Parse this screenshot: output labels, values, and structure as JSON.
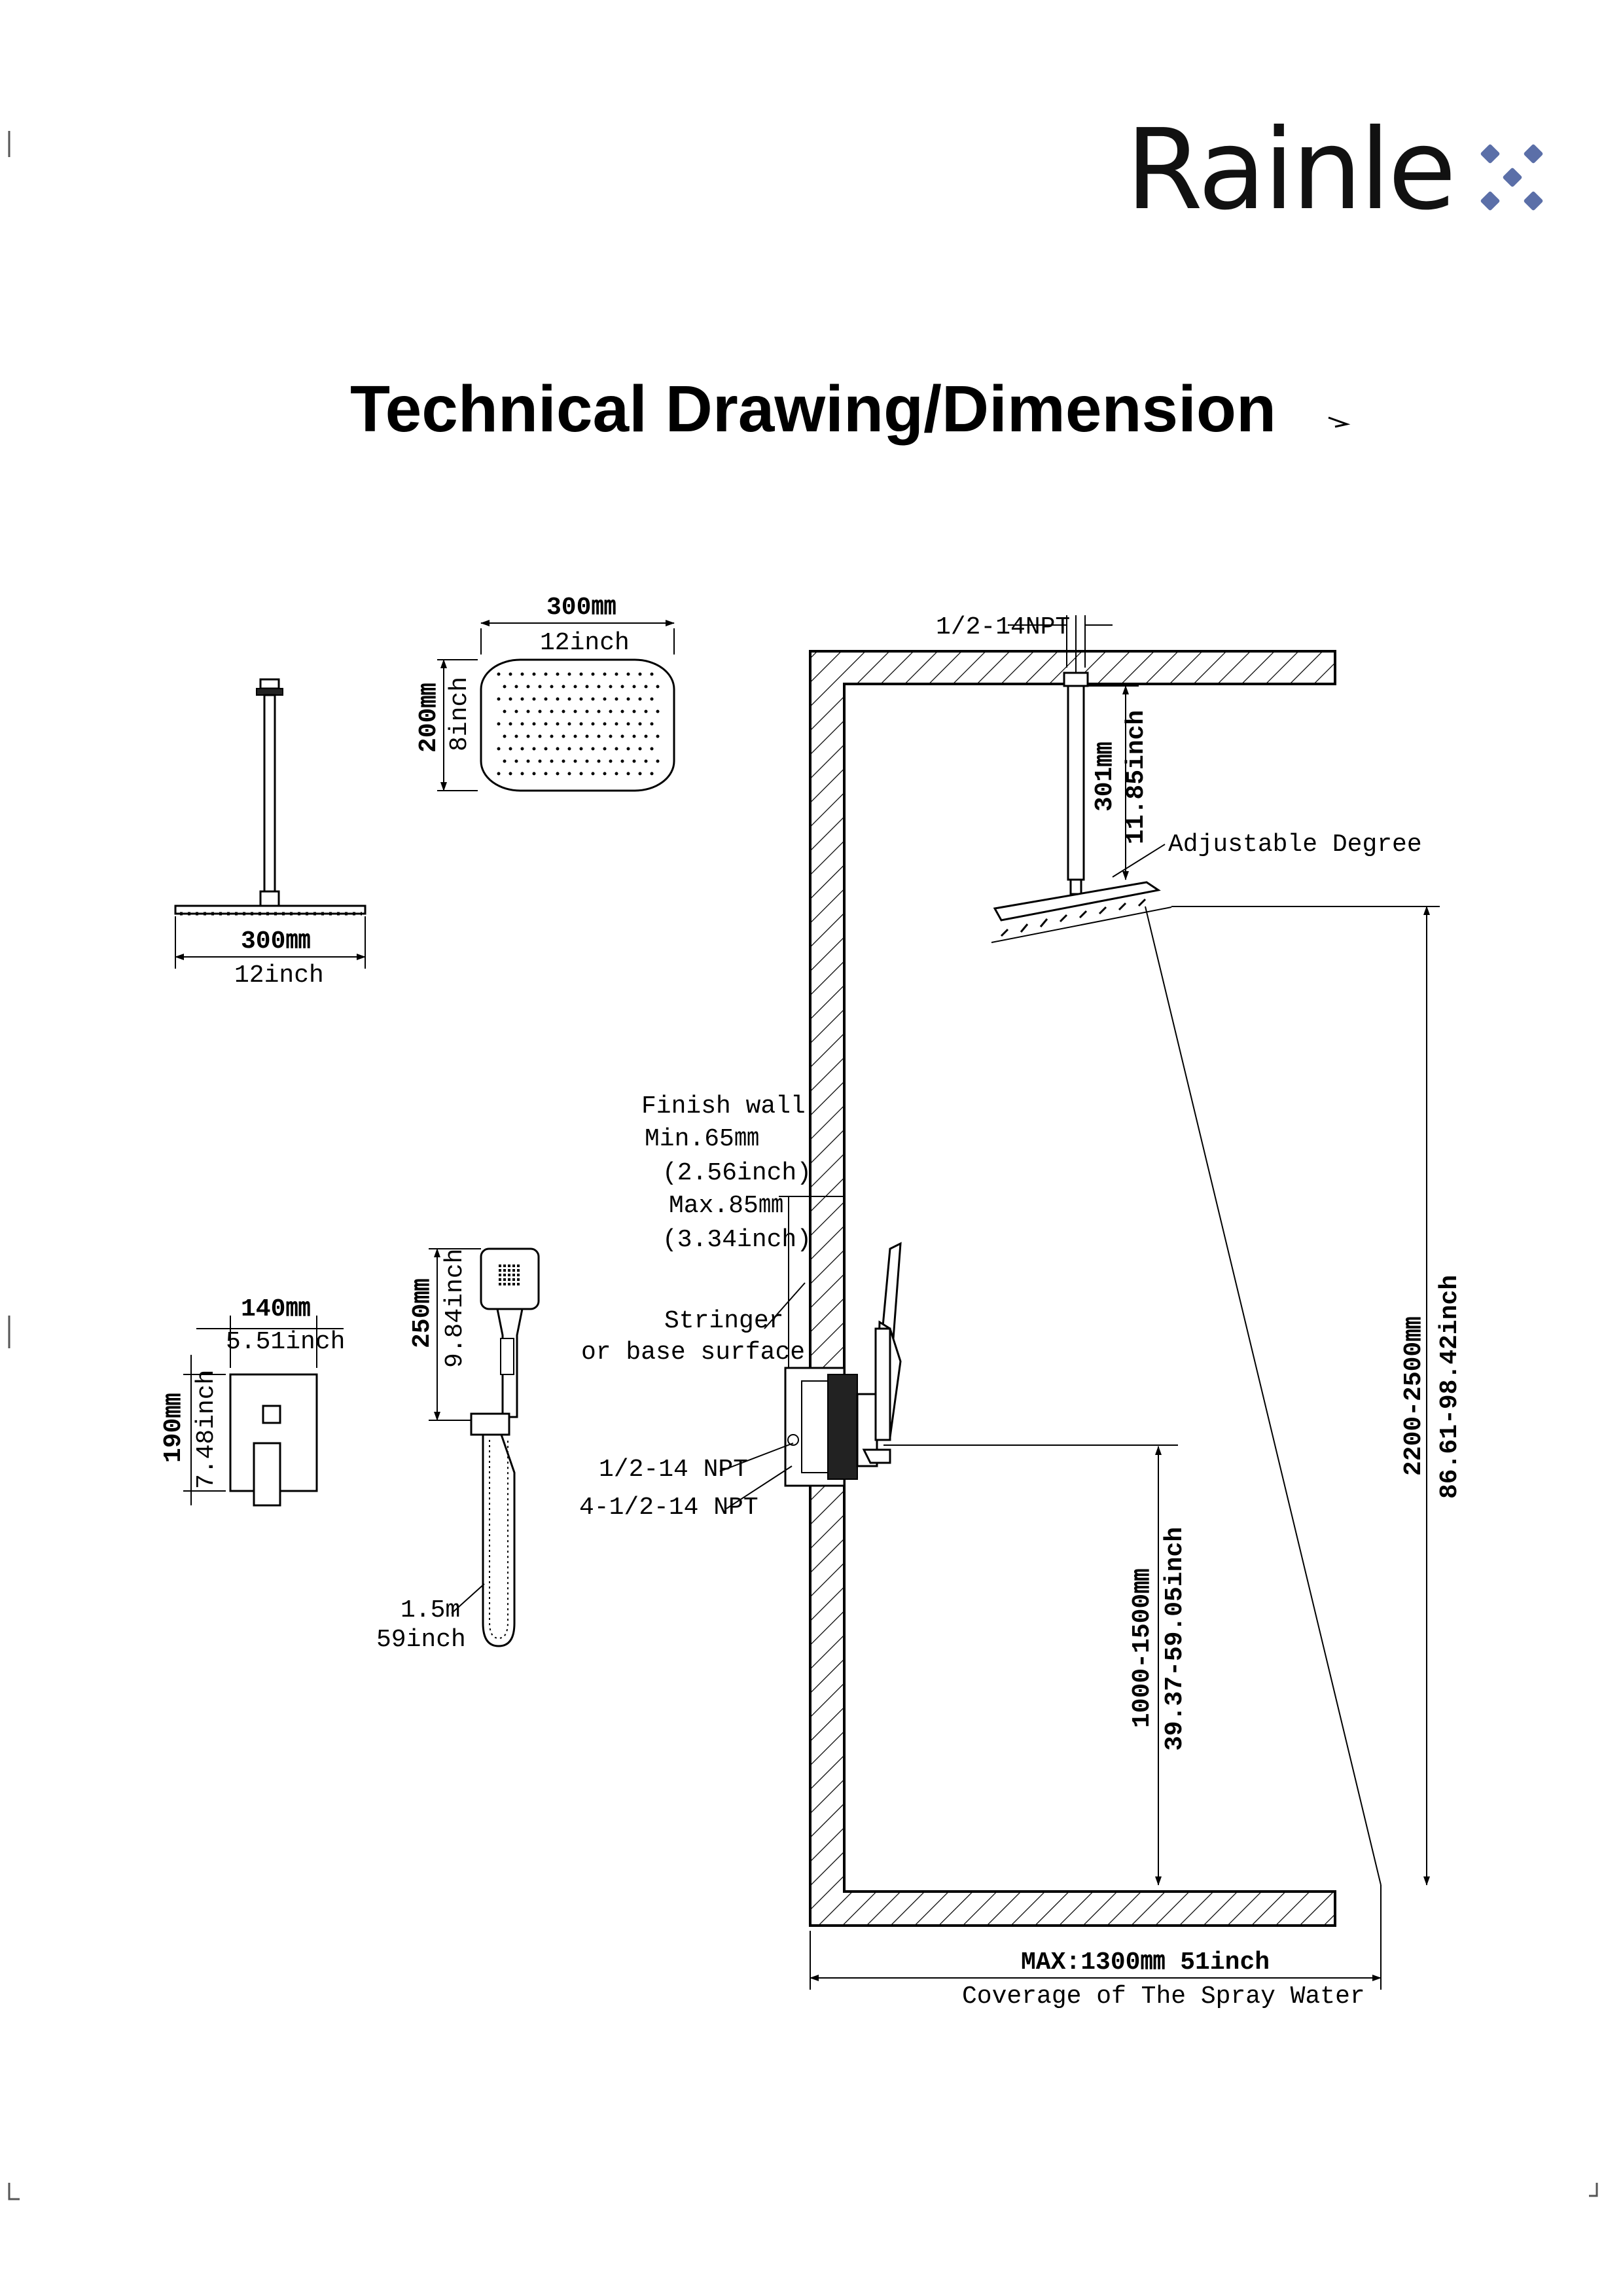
{
  "brand": {
    "logo_text": "Rainle",
    "accent_color": "#5b6fa8"
  },
  "title": "Technical Drawing/Dimension",
  "rain_head_side": {
    "width_mm": "300㎜",
    "width_in": "12inch"
  },
  "rain_head_top": {
    "width_mm": "300㎜",
    "width_in": "12inch",
    "depth_mm": "200㎜",
    "depth_in": "8inch"
  },
  "valve_plate": {
    "width_mm": "140㎜",
    "width_in": "5.51inch",
    "height_mm": "190㎜",
    "height_in": "7.48inch"
  },
  "hand_shower": {
    "length_mm": "250㎜",
    "length_in": "9.84inch",
    "hose_m": "1.5m",
    "hose_in": "59inch"
  },
  "finish_wall": {
    "line1": "Finish wall",
    "line2": "Min.65㎜",
    "line3": "(2.56inch)",
    "line4": "Max.85㎜",
    "line5": "(3.34inch)"
  },
  "stringer": {
    "line1": "Stringer",
    "line2": "or base surface"
  },
  "npt_labels": {
    "top": "1/2-14NPT",
    "inlet": "1/2-14 NPT",
    "outlets": "4-1/2-14 NPT"
  },
  "arm": {
    "length_mm": "301㎜",
    "length_in": "11.85inch",
    "adjust": "Adjustable Degree"
  },
  "head_height": {
    "mm": "2200-2500㎜",
    "in": "86.61-98.42inch"
  },
  "valve_height": {
    "mm": "1000-1500㎜",
    "in": "39.37-59.05inch"
  },
  "coverage": {
    "line1": "MAX:1300㎜ 51inch",
    "line2": "Coverage of The Spray Water"
  }
}
